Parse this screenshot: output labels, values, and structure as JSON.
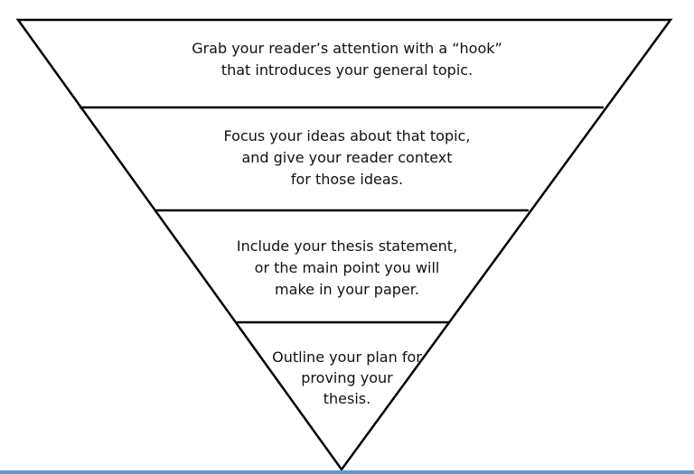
{
  "diagram": {
    "type": "inverted-triangle",
    "tiers": [
      {
        "lines": [
          "Grab your reader’s attention with a “hook”",
          "that introduces your general topic."
        ]
      },
      {
        "lines": [
          "Focus your ideas about that topic,",
          "and give your reader context",
          "for those ideas."
        ]
      },
      {
        "lines": [
          "Include your thesis statement,",
          "or the main point you will",
          "make in your paper."
        ]
      },
      {
        "lines": [
          "Outline your plan for",
          "proving your",
          "thesis."
        ]
      }
    ],
    "colors": {
      "outline": "#000000",
      "fill": "#ffffff",
      "text": "#111111",
      "bottom_rule": "#5b9bd5"
    }
  }
}
